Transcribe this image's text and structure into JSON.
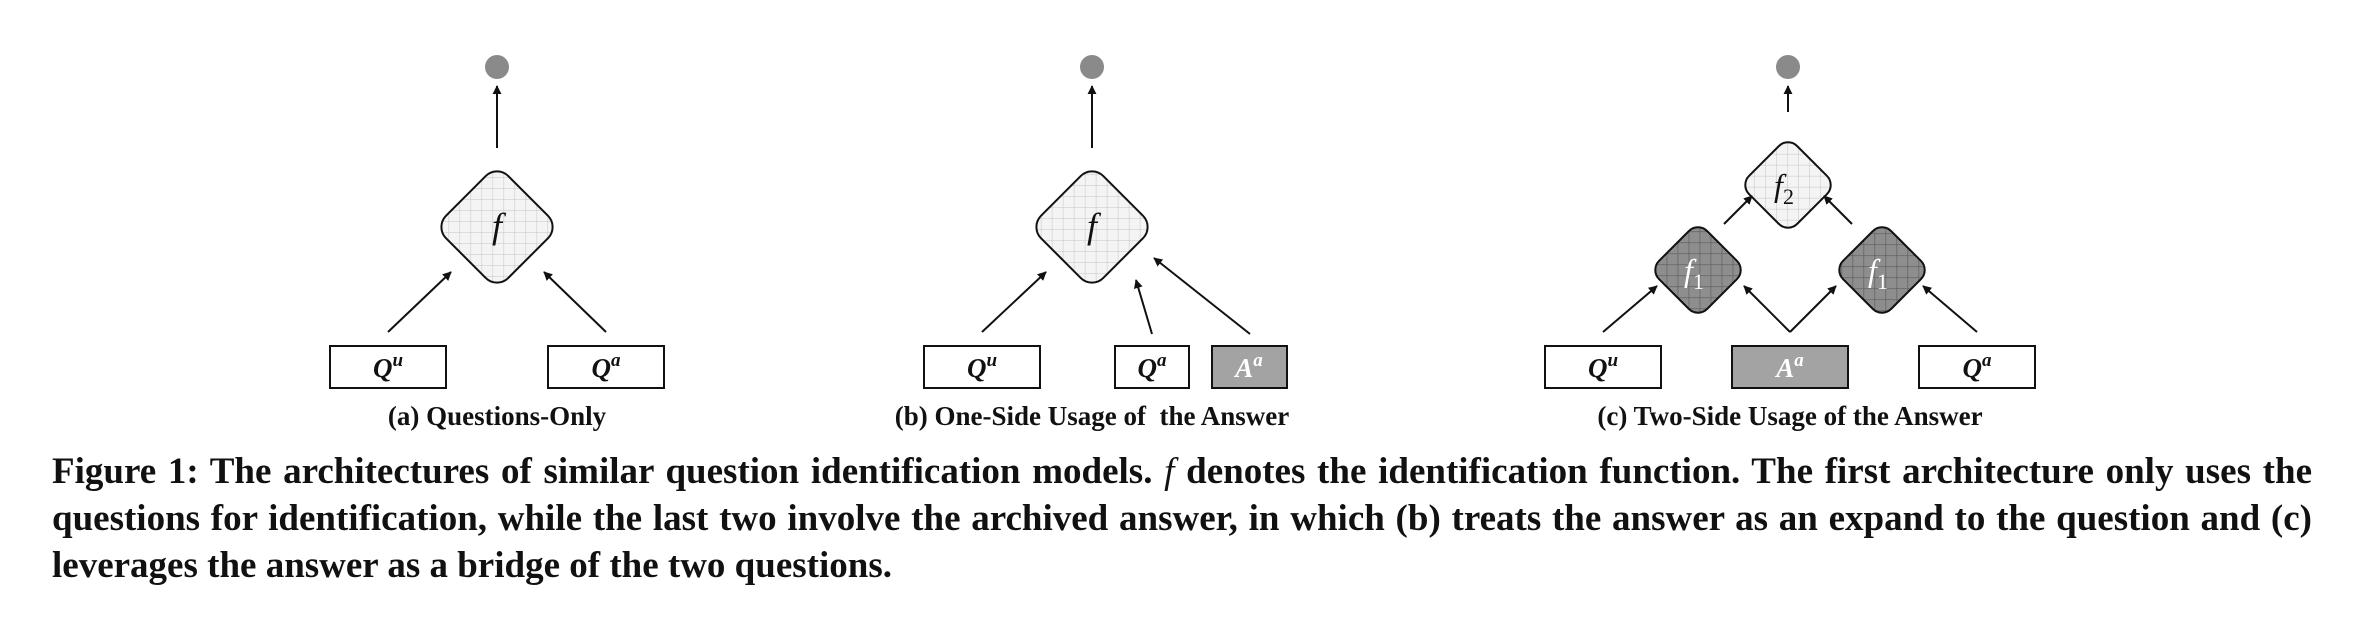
{
  "colors": {
    "line": "#111111",
    "node_fill": "#8a8a8a",
    "diamond_light": "#f2f2f2",
    "diamond_dark": "#8c8c8c",
    "answer_box": "#a3a3a3"
  },
  "panels": [
    {
      "id": "a",
      "caption": "(a) Questions-Only",
      "func_label": "f",
      "boxes": [
        {
          "base": "Q",
          "sup": "u"
        },
        {
          "base": "Q",
          "sup": "a"
        }
      ]
    },
    {
      "id": "b",
      "caption": "(b) One-Side Usage of  the Answer",
      "func_label": "f",
      "boxes": [
        {
          "base": "Q",
          "sup": "u"
        },
        {
          "base": "Q",
          "sup": "a"
        },
        {
          "base": "A",
          "sup": "a"
        }
      ]
    },
    {
      "id": "c",
      "caption": "(c) Two-Side Usage of the Answer",
      "func_labels": {
        "top": "f",
        "top_sub": "2",
        "lower": "f",
        "lower_sub": "1"
      },
      "boxes": [
        {
          "base": "Q",
          "sup": "u"
        },
        {
          "base": "A",
          "sup": "a"
        },
        {
          "base": "Q",
          "sup": "a"
        }
      ]
    }
  ],
  "figure_caption": {
    "prefix": "Figure 1: The architectures of similar question identification models.",
    "symbol": "f",
    "rest": "denotes the identification function. The first architecture only uses the questions for identification, while the last two involve the archived answer, in which (b) treats the answer as an expand to the question and (c) leverages the answer as a bridge of the two questions."
  }
}
